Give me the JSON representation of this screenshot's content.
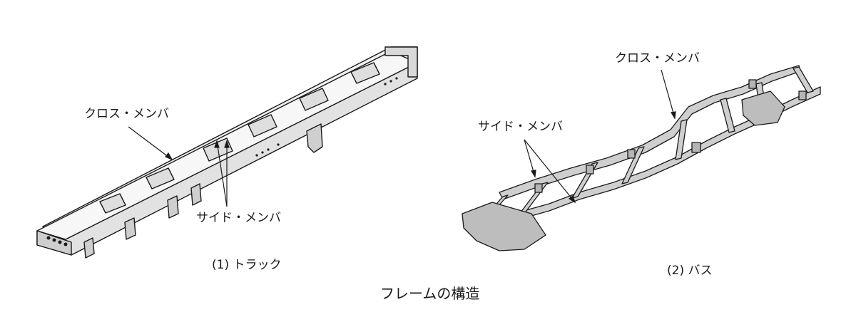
{
  "diagram": {
    "title": "フレームの構造",
    "truck": {
      "caption": "(1) トラック",
      "cross_member_label": "クロス・メンバ",
      "side_member_label": "サイド・メンバ"
    },
    "bus": {
      "caption": "(2) バス",
      "cross_member_label": "クロス・メンバ",
      "side_member_label": "サイド・メンバ"
    }
  },
  "colors": {
    "line": "#1a1a1a",
    "frame_fill_light": "#eeeeee",
    "frame_fill_dark": "#c8c8c8",
    "bus_fill": "#cfcfcf"
  }
}
